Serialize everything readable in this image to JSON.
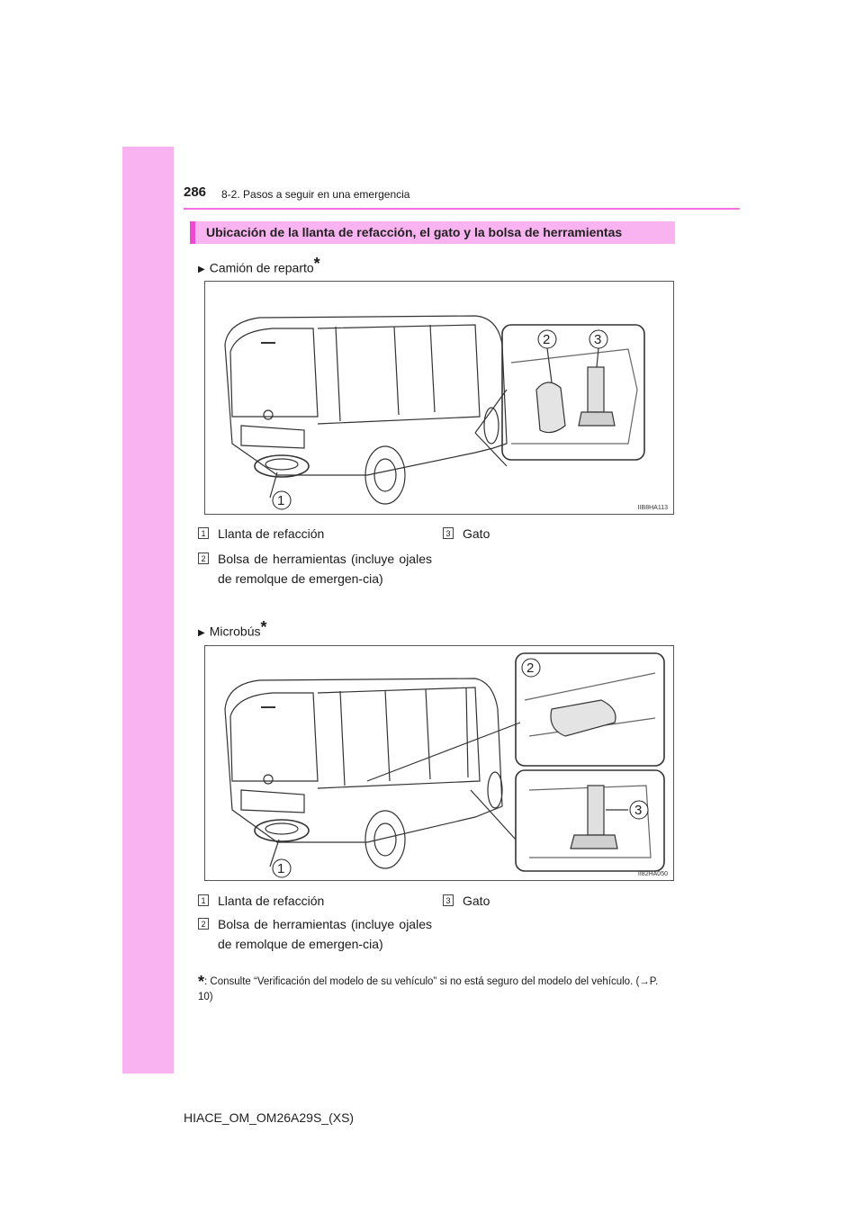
{
  "header": {
    "page_number": "286",
    "section": "8-2. Pasos a seguir en una emergencia"
  },
  "heading": "Ubicación de la llanta de refacción, el gato y la bolsa de herramientas",
  "variants": [
    {
      "label": "Camión de reparto",
      "marker": "*",
      "figure_code": "IIB8HA113",
      "callouts": [
        "1",
        "2",
        "3"
      ],
      "legend": [
        {
          "num": "1",
          "text": "Llanta de refacción"
        },
        {
          "num": "2",
          "text": "Bolsa de herramientas (incluye ojales de remolque de emergen-cia)"
        },
        {
          "num": "3",
          "text": "Gato"
        }
      ]
    },
    {
      "label": "Microbús",
      "marker": "*",
      "figure_code": "II82HA050",
      "callouts": [
        "1",
        "2",
        "3"
      ],
      "legend": [
        {
          "num": "1",
          "text": "Llanta de refacción"
        },
        {
          "num": "2",
          "text": "Bolsa de herramientas (incluye ojales de remolque de emergen-cia)"
        },
        {
          "num": "3",
          "text": "Gato"
        }
      ]
    }
  ],
  "footnote": {
    "marker": "*",
    "text": ": Consulte “Verificación del modelo de su vehículo” si no está seguro del modelo del vehículo. (→P. 10)"
  },
  "footer": "HIACE_OM_OM26A29S_(XS)",
  "colors": {
    "band": "#f9b3f0",
    "rule": "#f472e0",
    "accent": "#ec4bd0"
  }
}
